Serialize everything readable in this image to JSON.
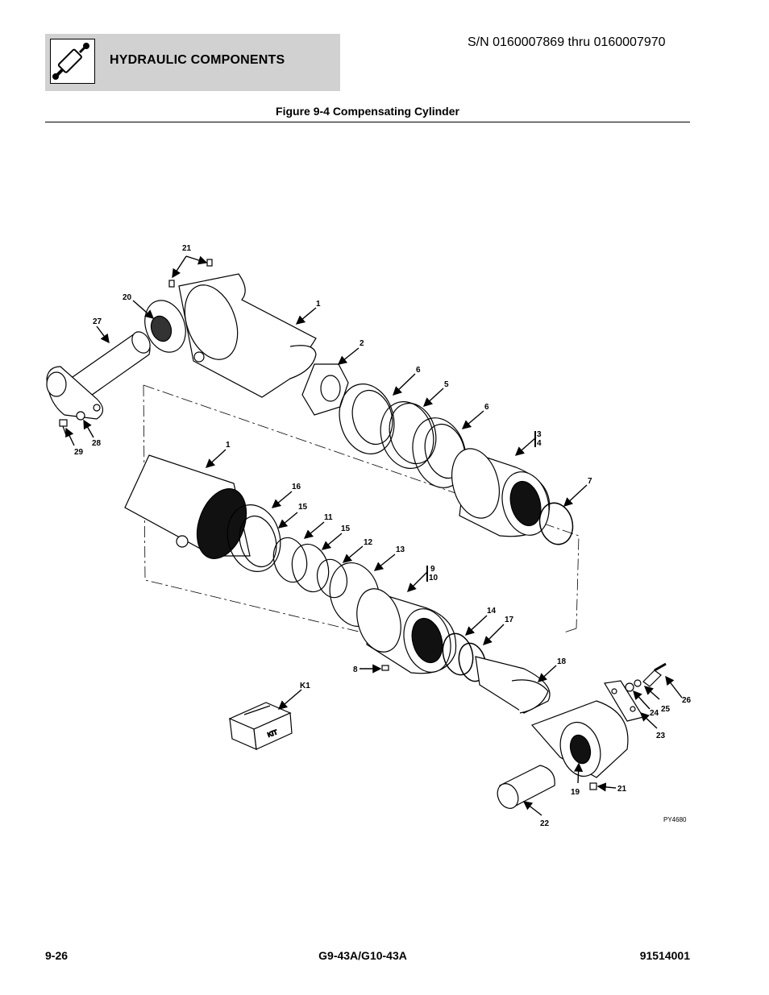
{
  "header": {
    "section_title": "HYDRAULIC COMPONENTS",
    "serial_range": "S/N 0160007869 thru 0160007970",
    "icon": "hydraulic-cylinder-icon"
  },
  "figure": {
    "title": "Figure 9-4 Compensating Cylinder",
    "drawing_code": "PY4680",
    "kit_text": "KIT",
    "callouts": [
      "1",
      "1",
      "2",
      "3",
      "4",
      "5",
      "6",
      "6",
      "7",
      "8",
      "9",
      "10",
      "11",
      "12",
      "13",
      "14",
      "15",
      "15",
      "16",
      "17",
      "18",
      "19",
      "20",
      "21",
      "21",
      "22",
      "23",
      "24",
      "25",
      "26",
      "27",
      "28",
      "29",
      "K1"
    ]
  },
  "footer": {
    "page_number": "9-26",
    "model": "G9-43A/G10-43A",
    "doc_number": "91514001"
  }
}
